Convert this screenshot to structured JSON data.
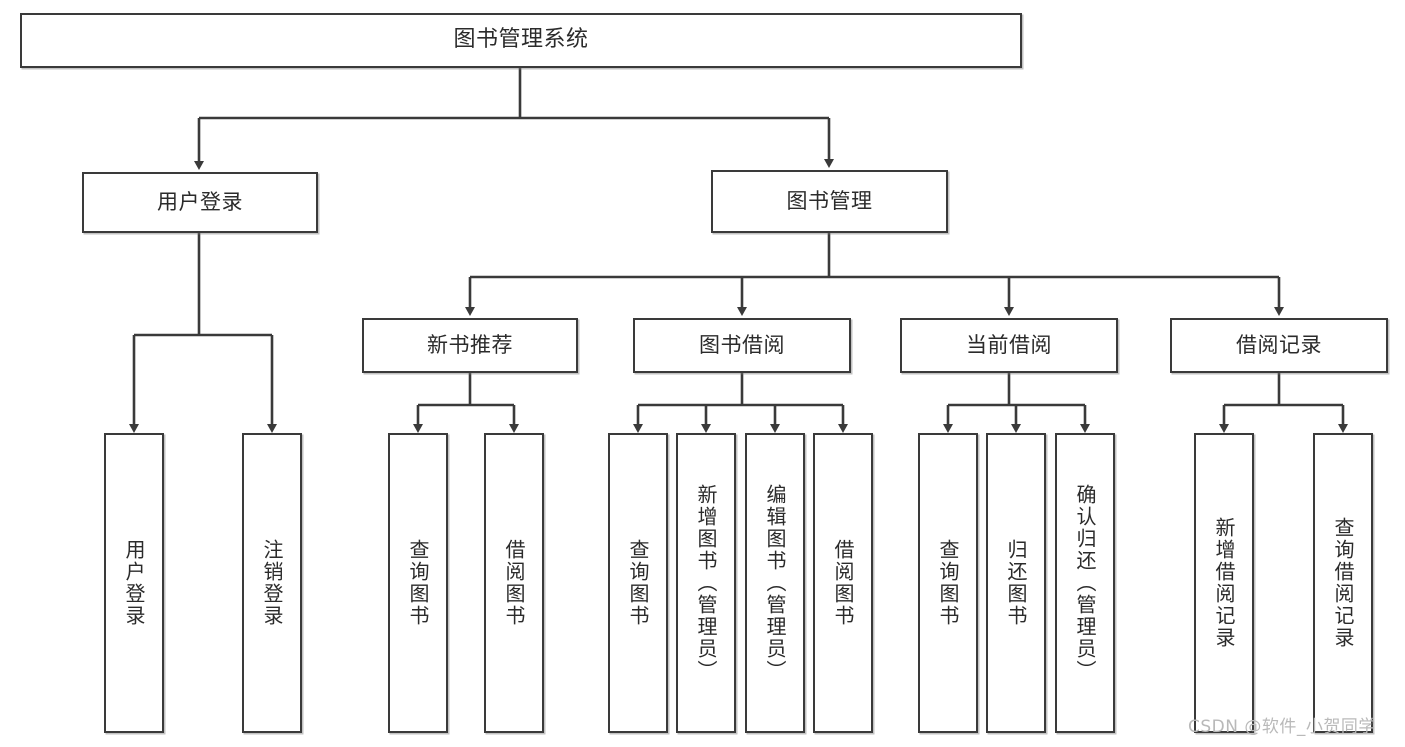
{
  "diagram": {
    "title": "图书管理系统",
    "type": "tree-hierarchy",
    "watermark": "CSDN @软件_小贺同学",
    "colors": {
      "box_border": "#3a3a3a",
      "box_fill": "#ffffff",
      "edge": "#3a3a3a",
      "text": "#2b2b2b",
      "watermark": "#b9b9b9",
      "background": "#ffffff"
    },
    "levels": {
      "level1": [
        "图书管理系统"
      ],
      "level2": [
        "用户登录",
        "图书管理"
      ],
      "level3": [
        "新书推荐",
        "图书借阅",
        "当前借阅",
        "借阅记录"
      ],
      "level4": [
        "用户登录",
        "注销登录",
        "查询图书",
        "借阅图书",
        "查询图书",
        "新增图书（管理员）",
        "编辑图书（管理员）",
        "借阅图书",
        "查询图书",
        "归还图书",
        "确认归还（管理员）",
        "新增借阅记录",
        "查询借阅记录"
      ]
    },
    "nodes": {
      "root": {
        "label": "图书管理系统"
      },
      "user_login": {
        "label": "用户登录"
      },
      "book_manage": {
        "label": "图书管理"
      },
      "new_book_rec": {
        "label": "新书推荐"
      },
      "book_borrow": {
        "label": "图书借阅"
      },
      "current_borrow": {
        "label": "当前借阅"
      },
      "borrow_record": {
        "label": "借阅记录"
      },
      "leaf_user_login": {
        "label": "用户登录"
      },
      "leaf_user_logout": {
        "label": "注销登录"
      },
      "leaf_rec_query": {
        "label": "查询图书"
      },
      "leaf_rec_borrow": {
        "label": "借阅图书"
      },
      "leaf_borrow_query": {
        "label": "查询图书"
      },
      "leaf_borrow_add": {
        "label": "新增图书（管理员）"
      },
      "leaf_borrow_edit": {
        "label": "编辑图书（管理员）"
      },
      "leaf_borrow_take": {
        "label": "借阅图书"
      },
      "leaf_cur_query": {
        "label": "查询图书"
      },
      "leaf_cur_return": {
        "label": "归还图书"
      },
      "leaf_cur_confirm": {
        "label": "确认归还（管理员）"
      },
      "leaf_rec_add": {
        "label": "新增借阅记录"
      },
      "leaf_rec_query2": {
        "label": "查询借阅记录"
      }
    }
  }
}
